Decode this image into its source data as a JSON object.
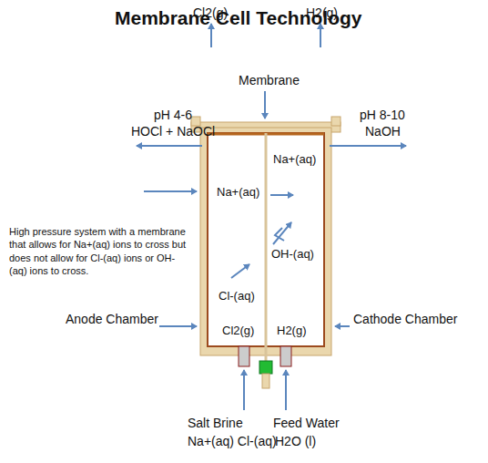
{
  "diagram": {
    "title": "Membrane Cell Technology",
    "labels": [
      "Cl2(g)",
      "Membrane",
      "H2(g)",
      "pH 4-6",
      "HOCl + NaOCl",
      "pH 8-10",
      "NaOH",
      "Na+(aq)",
      "Na+(aq)",
      "OH-(aq)",
      "High pressure system with a membrane that allows for Na+(aq) ions to cross but does not allow for Cl-(aq) ions or OH-(aq) ions to cross.",
      "Cl-(aq)",
      "Anode Chamber",
      "Cathode Chamber",
      "Cl2(g)",
      "H2(g)",
      "Salt Brine",
      "Na+(aq) Cl-(aq)",
      "Feed Water",
      "H2O (l)"
    ]
  }
}
